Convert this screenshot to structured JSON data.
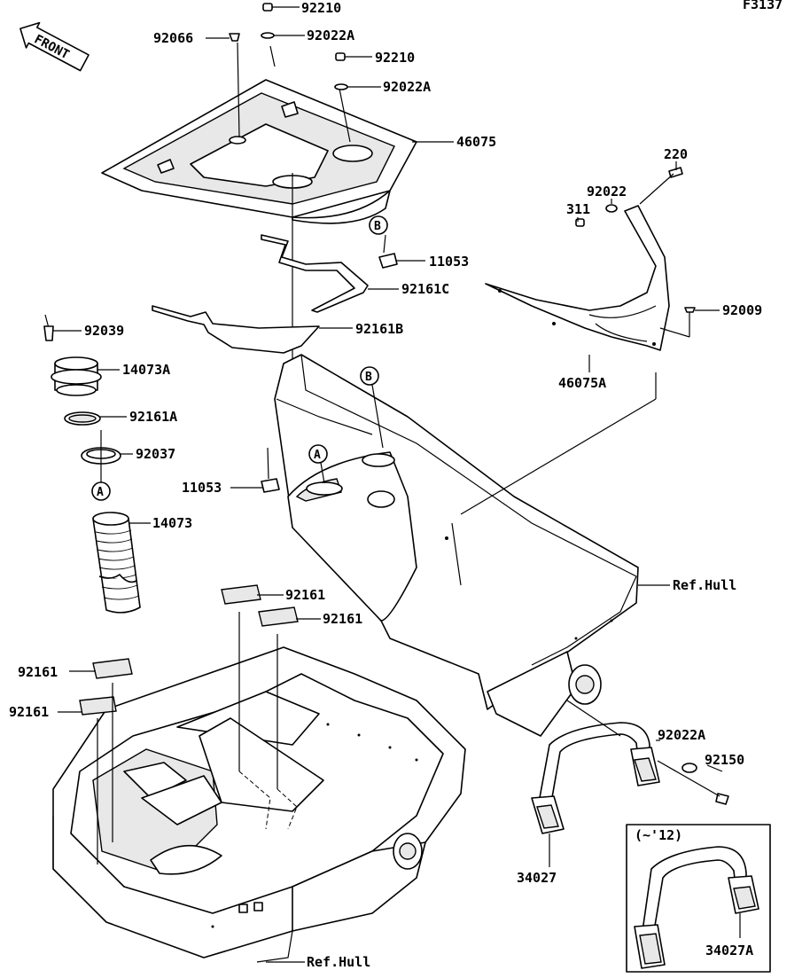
{
  "figure_code": "F3137",
  "front_label": "FRONT",
  "markers": {
    "a": "A",
    "b": "B"
  },
  "labels": {
    "p92210_top": "92210",
    "p92066": "92066",
    "p92022A_top": "92022A",
    "p92210_mid": "92210",
    "p92022A_mid": "92022A",
    "p46075": "46075",
    "p11053_right": "11053",
    "p92161C": "92161C",
    "p92161B": "92161B",
    "p92039": "92039",
    "p14073A": "14073A",
    "p92161A": "92161A",
    "p92037": "92037",
    "p14073": "14073",
    "p11053_left": "11053",
    "p220": "220",
    "p92022": "92022",
    "p311": "311",
    "p92009": "92009",
    "p46075A": "46075A",
    "ref_hull_upper": "Ref.Hull",
    "p92161_a": "92161",
    "p92161_b": "92161",
    "p92161_c": "92161",
    "p92161_d": "92161",
    "p92022A_low": "92022A",
    "p92150": "92150",
    "p34027": "34027",
    "inset_note": "(~'12)",
    "p34027A": "34027A",
    "ref_hull_lower": "Ref.Hull"
  }
}
